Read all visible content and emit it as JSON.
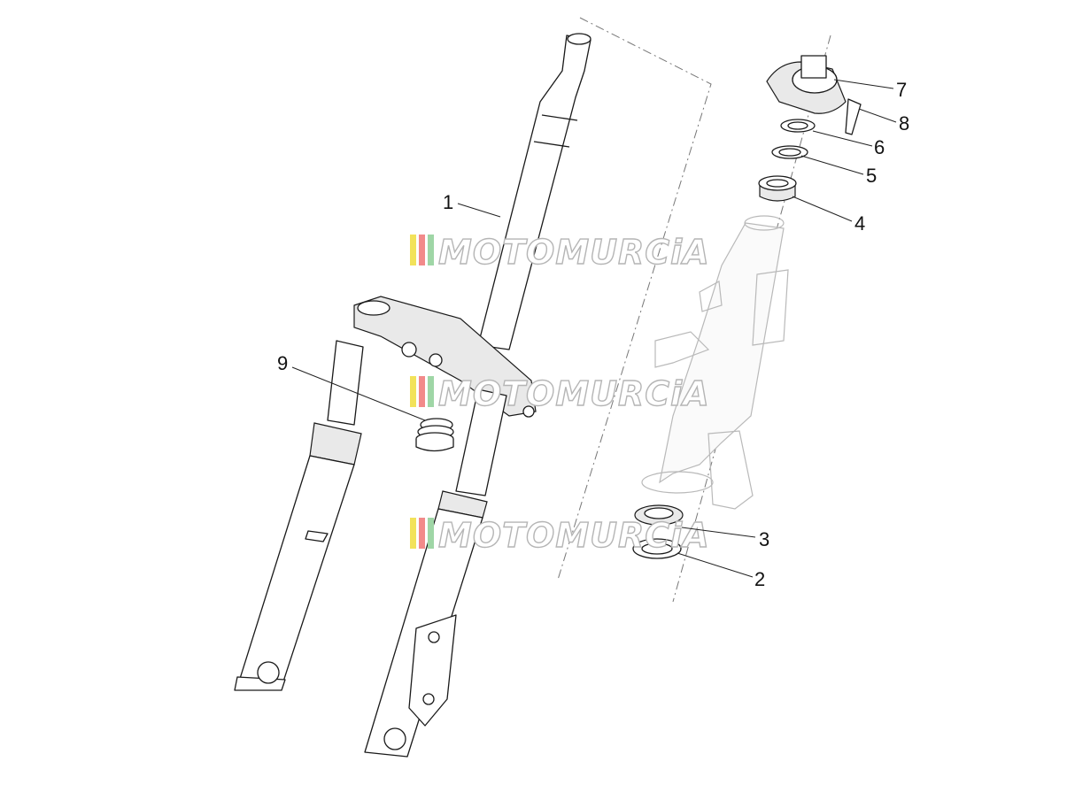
{
  "callouts": [
    "1",
    "2",
    "3",
    "4",
    "5",
    "6",
    "7",
    "8",
    "9"
  ],
  "watermark": {
    "text": "MOTOMURCiA",
    "stripe_colors": [
      "#f2e25a",
      "#f28a8a",
      "#9fd6a6"
    ]
  },
  "colors": {
    "line": "#1a1a1a",
    "ghost_line": "#b9b9b9",
    "background": "#ffffff"
  }
}
